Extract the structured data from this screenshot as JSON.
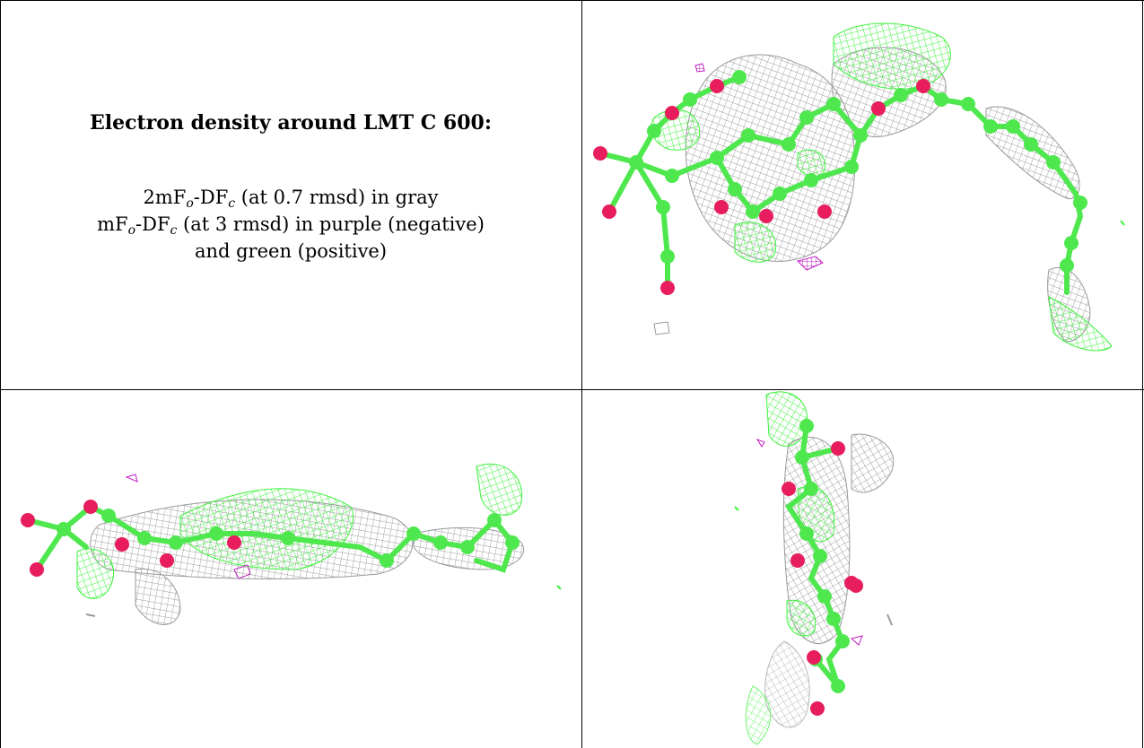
{
  "caption": {
    "title": "Electron density around LMT C 600:",
    "line1": {
      "a": "2mF",
      "sub1": "o",
      "b": "-DF",
      "sub2": "c",
      "c": " (at 0.7 rmsd) in gray"
    },
    "line2": {
      "a": "mF",
      "sub1": "o",
      "b": "-DF",
      "sub2": "c",
      "c": " (at 3 rmsd) in purple (negative)"
    },
    "line3": "and green (positive)"
  },
  "colors": {
    "mesh_gray": "#9a9a9a",
    "mesh_green": "#3ef23e",
    "mesh_purple": "#c21fc2",
    "carbon": "#4ee84e",
    "oxygen": "#e81d5e",
    "rule": "#000000"
  },
  "views": [
    {
      "name": "view-top-right",
      "icon": "electron-density-view-1"
    },
    {
      "name": "view-bottom-left",
      "icon": "electron-density-view-2"
    },
    {
      "name": "view-bottom-right",
      "icon": "electron-density-view-3"
    }
  ]
}
